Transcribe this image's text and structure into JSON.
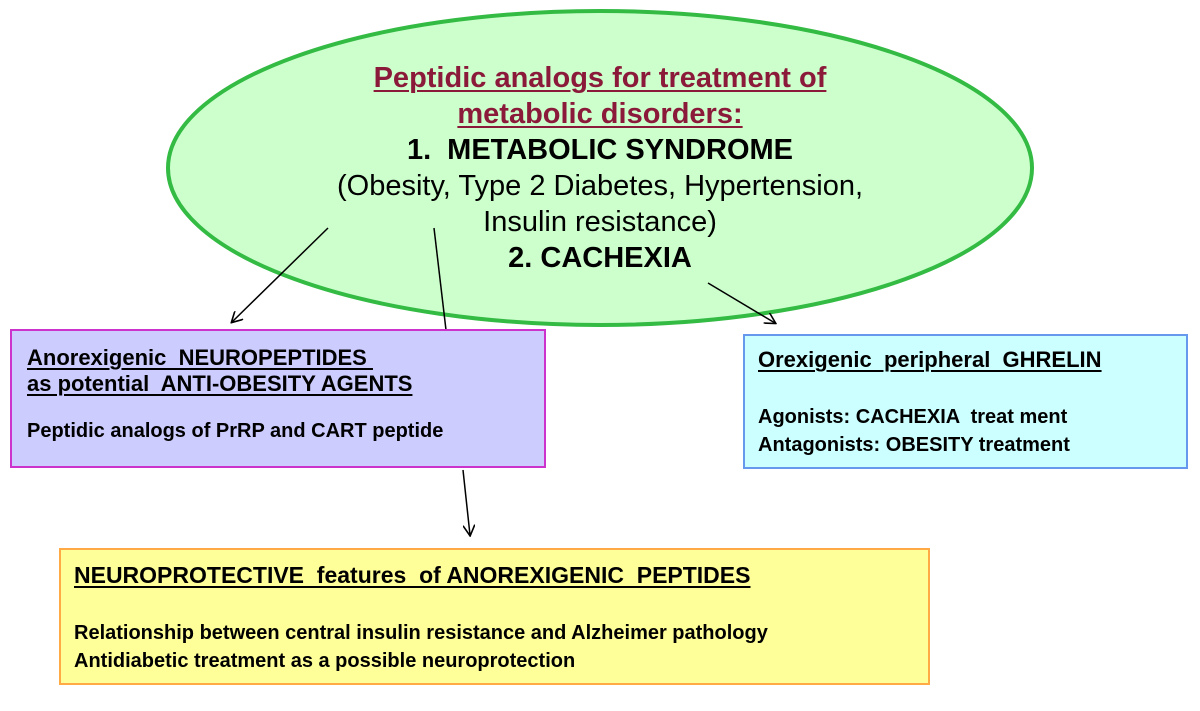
{
  "ellipse": {
    "title_line1": "Peptidic analogs for treatment of",
    "title_line2": "metabolic disorders:",
    "item1_number": "1.",
    "item1_label": "METABOLIC SYNDROME",
    "item1_detail_line1": "(Obesity, Type 2 Diabetes, Hypertension,",
    "item1_detail_line2": "Insulin resistance)",
    "item2_label": "2. CACHEXIA",
    "fill_color": "#ccffcc",
    "stroke_color": "#33bb44",
    "title_color": "#8b1a3a"
  },
  "anorexigenic_box": {
    "heading_line1": "Anorexigenic  NEUROPEPTIDES ",
    "heading_line2": "as potential  ANTI-OBESITY AGENTS",
    "body_line1": "Peptidic analogs of PrRP and CART peptide",
    "fill_color": "#ccccff",
    "border_color": "#cc33cc"
  },
  "orexigenic_box": {
    "heading": "Orexigenic  peripheral  GHRELIN",
    "body_line1": "Agonists: CACHEXIA  treat ment",
    "body_line2": "Antagonists: OBESITY treatment",
    "fill_color": "#ccffff",
    "border_color": "#6699ee"
  },
  "neuroprotective_box": {
    "heading": "NEUROPROTECTIVE  features  of ANOREXIGENIC  PEPTIDES",
    "body_line1": "Relationship between central insulin resistance and Alzheimer pathology",
    "body_line2": "Antidiabetic treatment as a possible neuroprotection",
    "fill_color": "#ffff99",
    "border_color": "#ffaa44"
  }
}
